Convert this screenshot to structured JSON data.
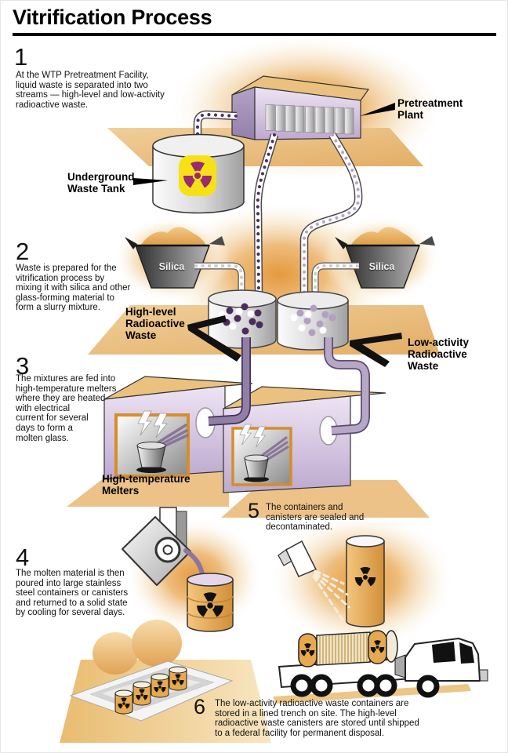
{
  "title": "Vitrification Process",
  "steps": [
    {
      "number": "1",
      "text": "At the WTP Pretreatment Facility,\nliquid waste is separated into two\nstreams — high-level and low-activity\nradioactive waste."
    },
    {
      "number": "2",
      "text": "Waste is prepared for the\nvitrification process by\nmixing it with silica and other\nglass-forming material to\nform a slurry mixture."
    },
    {
      "number": "3",
      "text": "The mixtures are fed into\nhigh-temperature melters\nwhere they are heated\nwith electrical\ncurrent for several\ndays to form a\nmolten glass."
    },
    {
      "number": "4",
      "text": "The molten material is then\npoured into large stainless\nsteel containers or canisters\nand returned to a solid state\nby cooling for several days."
    },
    {
      "number": "5",
      "text": "The containers and\ncanisters are sealed and\ndecontaminated."
    },
    {
      "number": "6",
      "text": "The low-activity radioactive waste containers are\nstored in a lined trench on site. The high-level\nradioactive waste canisters are stored until shipped\nto a federal facility for permanent disposal."
    }
  ],
  "labels": {
    "pretreatment_plant": "Pretreatment\nPlant",
    "underground_waste_tank": "Underground\nWaste Tank",
    "silica_left": "Silica",
    "silica_right": "Silica",
    "high_level_waste": "High-level\nRadioactive\nWaste",
    "low_activity_waste": "Low-activity\nRadioactive\nWaste",
    "melters": "High-temperature\nMelters"
  },
  "colors": {
    "platform_tan": "#ecc288",
    "glow_orange": "#e49a3e",
    "building_purple": "#cdbbdb",
    "pipe_purple": "#8d7aa0",
    "radiation_yellow": "#f6e117",
    "trefoil_magenta": "#9c2a6e",
    "canister_orange": "#e7a94f",
    "text_black": "#111111"
  }
}
